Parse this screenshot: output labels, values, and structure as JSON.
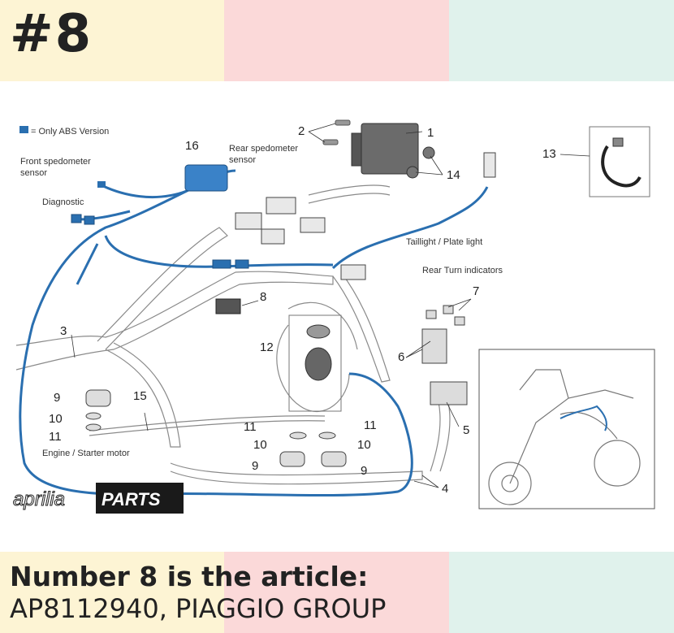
{
  "header": {
    "badge": "#8"
  },
  "diagram": {
    "legend_text": "= Only ABS Version",
    "labels": {
      "front_sensor_1": "Front spedometer",
      "front_sensor_2": "sensor",
      "rear_sensor_1": "Rear spedometer",
      "rear_sensor_2": "sensor",
      "diagnostic": "Diagnostic",
      "taillight": "Taillight / Plate light",
      "rear_turn": "Rear Turn indicators",
      "engine": "Engine / Starter motor"
    },
    "numbers": {
      "n1": "1",
      "n2": "2",
      "n3": "3",
      "n4": "4",
      "n5": "5",
      "n6": "6",
      "n7": "7",
      "n8": "8",
      "n9a": "9",
      "n9b": "9",
      "n9c": "9",
      "n10a": "10",
      "n10b": "10",
      "n10c": "10",
      "n11a": "11",
      "n11b": "11",
      "n11c": "11",
      "n12": "12",
      "n13": "13",
      "n14": "14",
      "n15": "15",
      "n16": "16"
    },
    "logo": {
      "brand": "aprilia",
      "parts": "PARTS"
    },
    "colors": {
      "abs_blue": "#2a6fb0",
      "wire_gray": "#888888"
    }
  },
  "caption": {
    "line1": "Number 8 is the article:",
    "line2": "AP8112940, PIAGGIO GROUP"
  }
}
